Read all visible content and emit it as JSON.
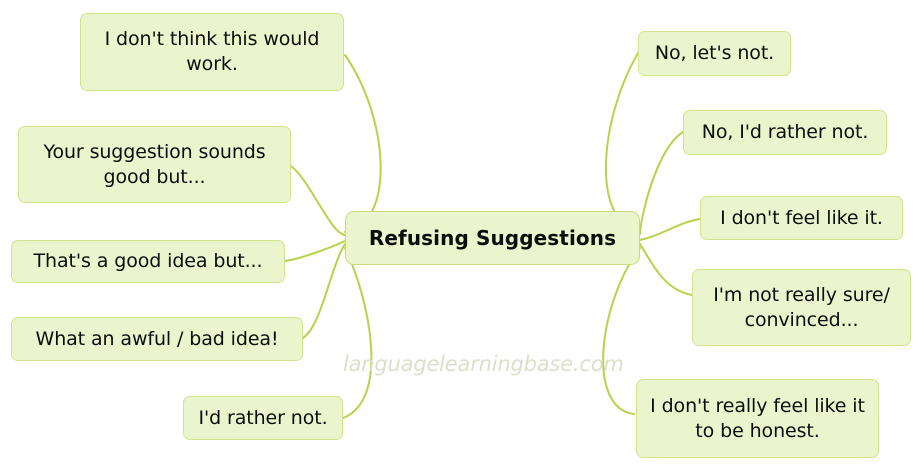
{
  "diagram": {
    "type": "mind-map",
    "title": "Refusing Suggestions",
    "center": {
      "label": "Refusing Suggestions"
    },
    "watermark": "languagelearningbase.com",
    "colors": {
      "node_fill": "#eaf4cd",
      "node_border": "#d3e48c",
      "connector": "#b5d44a",
      "text": "#0d0d0d",
      "watermark": "#d9e0cb",
      "background": "#ffffff"
    },
    "branches": [
      {
        "id": "left-1",
        "side": "left",
        "label": "I don't think this would work."
      },
      {
        "id": "left-2",
        "side": "left",
        "label": "Your suggestion sounds good but..."
      },
      {
        "id": "left-3",
        "side": "left",
        "label": "That's a good idea but..."
      },
      {
        "id": "left-4",
        "side": "left",
        "label": "What an awful / bad idea!"
      },
      {
        "id": "left-5",
        "side": "left",
        "label": "I'd rather not."
      },
      {
        "id": "right-1",
        "side": "right",
        "label": "No, let's not."
      },
      {
        "id": "right-2",
        "side": "right",
        "label": "No, I'd rather not."
      },
      {
        "id": "right-3",
        "side": "right",
        "label": "I don't feel like it."
      },
      {
        "id": "right-4",
        "side": "right",
        "label": "I'm not really sure/ convinced..."
      },
      {
        "id": "right-5",
        "side": "right",
        "label": "I don't really feel like it to be honest."
      }
    ]
  }
}
